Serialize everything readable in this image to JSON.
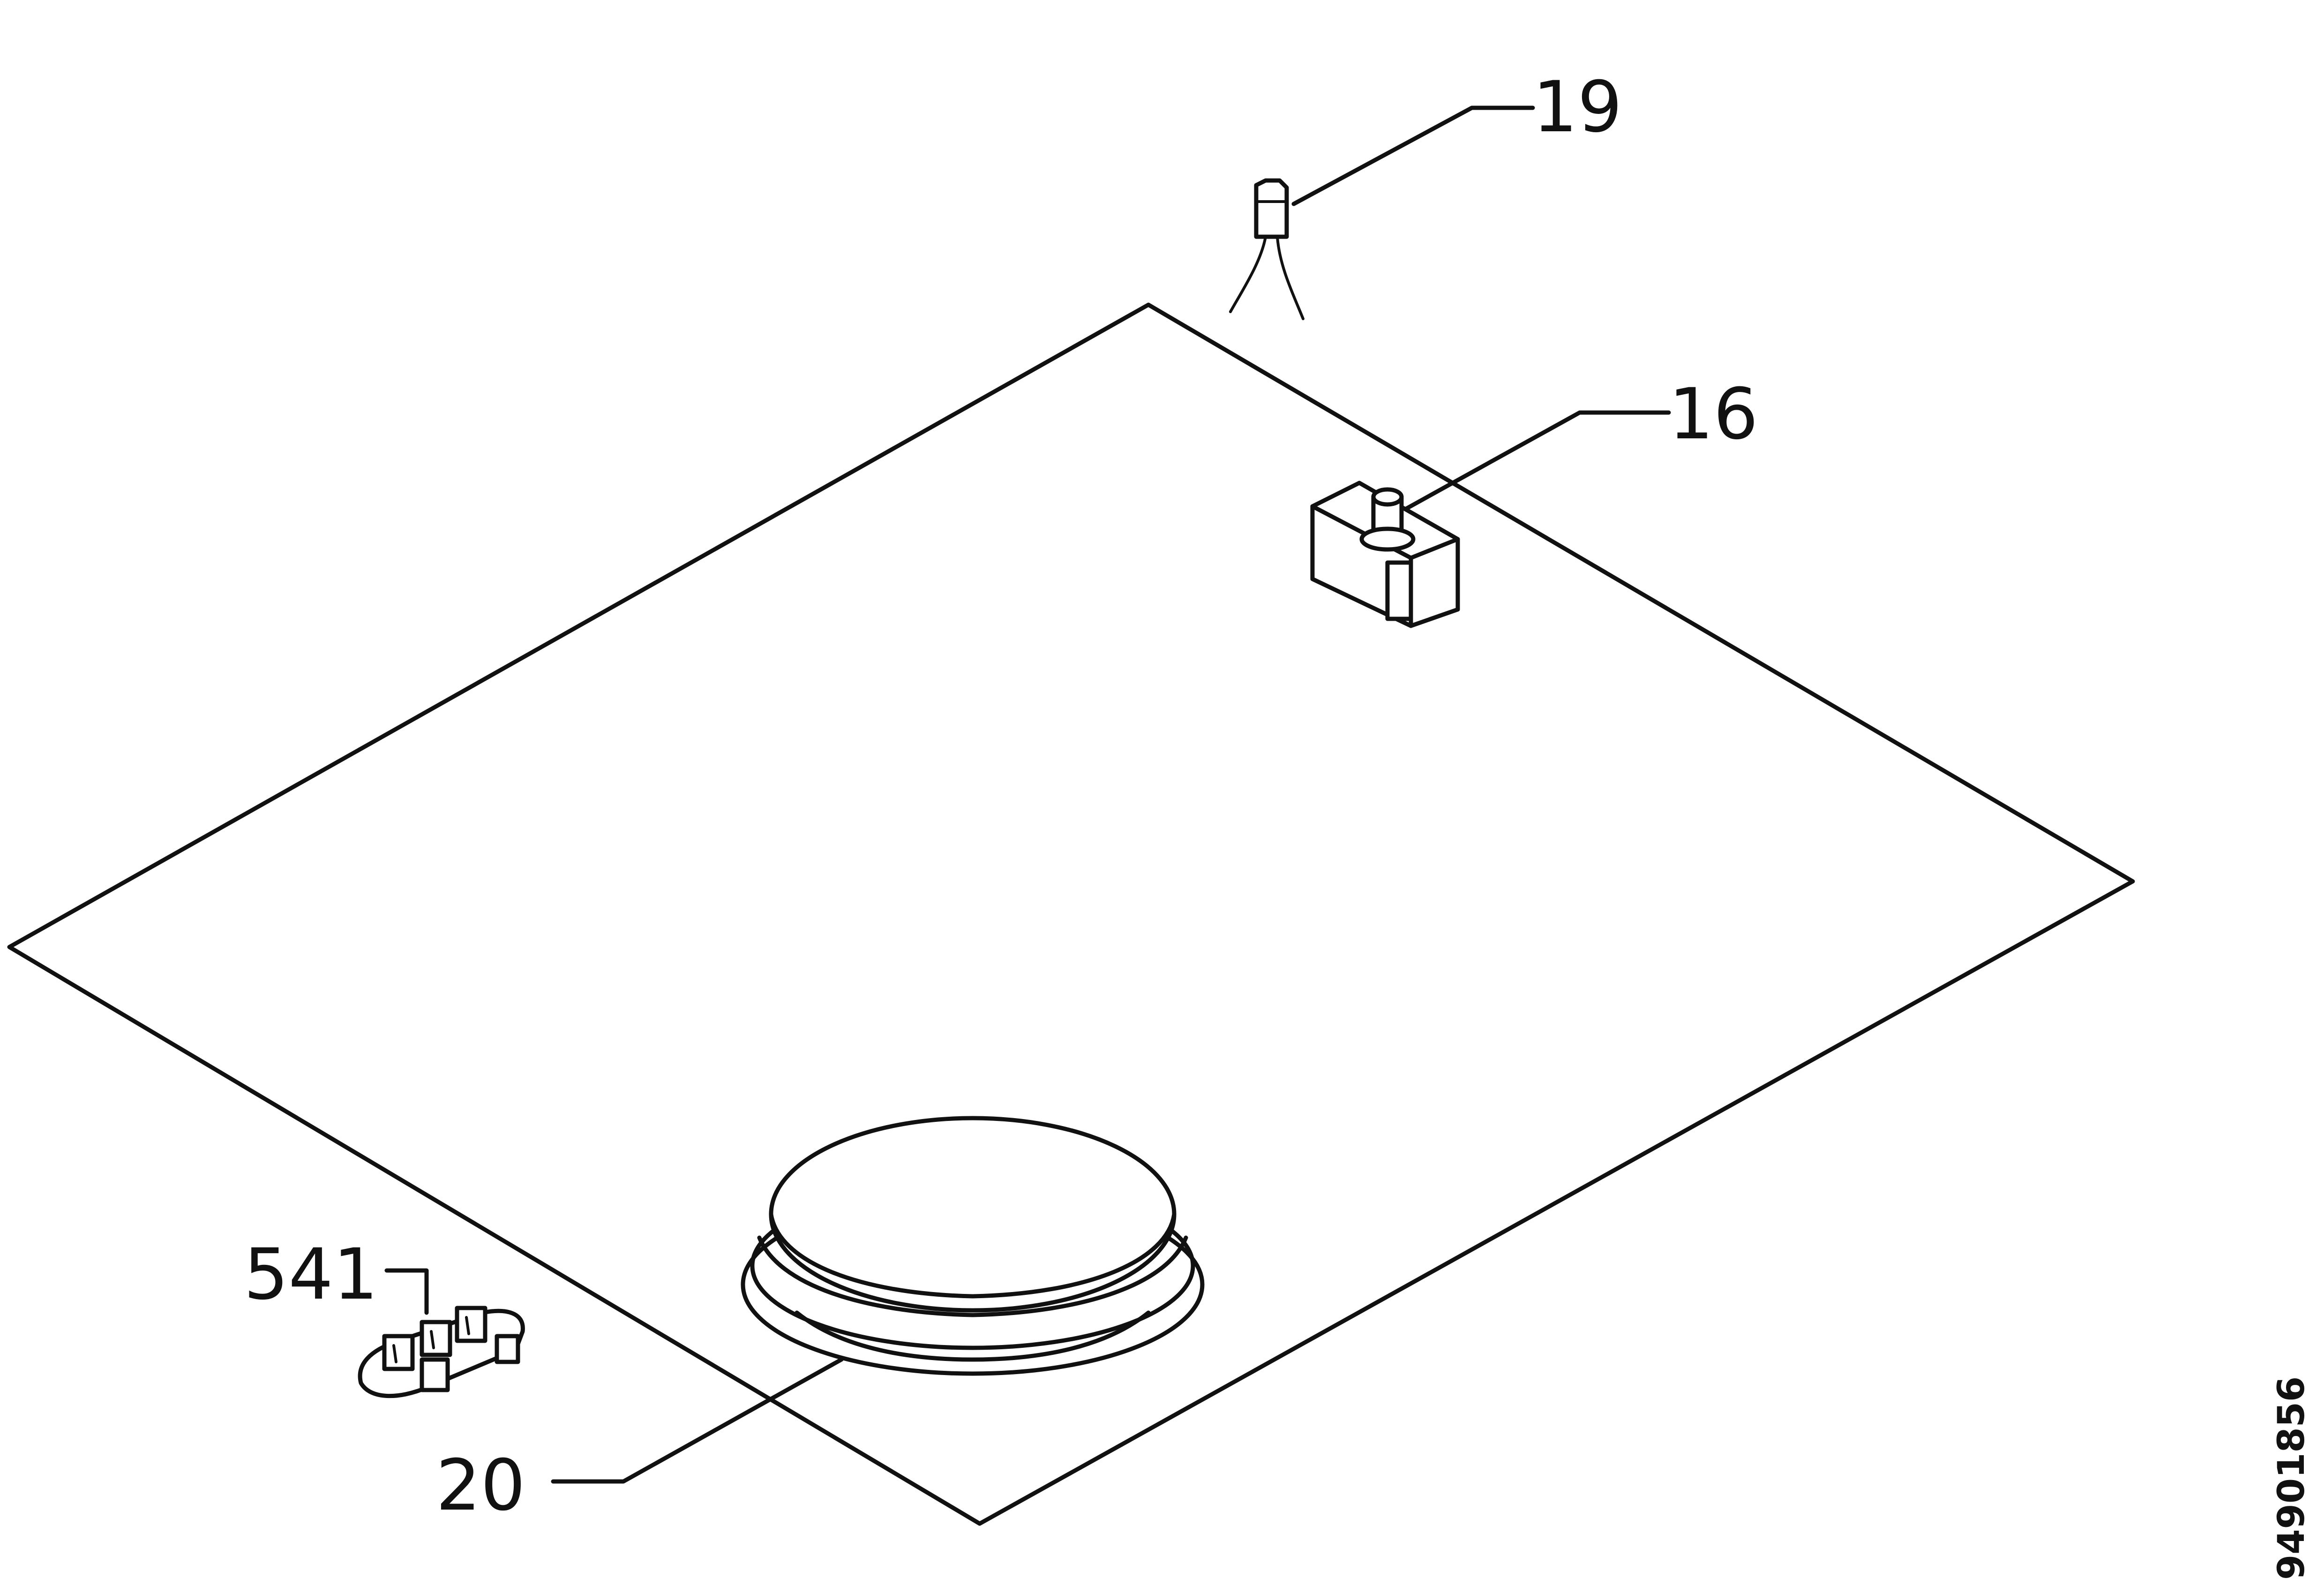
{
  "callouts": {
    "part_19": "19",
    "part_16": "16",
    "part_541": "541",
    "part_20": "20"
  },
  "document_number": "94901856",
  "parts": {
    "part_19_icon": "indicator-lamp-icon",
    "part_16_icon": "push-switch-icon",
    "part_20_icon": "cooking-plate-icon",
    "part_541_icon": "terminal-block-icon"
  }
}
